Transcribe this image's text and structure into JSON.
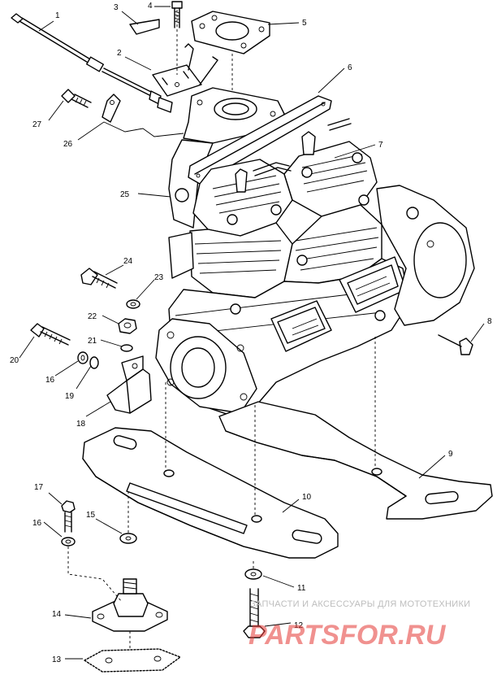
{
  "callouts": [
    {
      "id": "1",
      "label": "1"
    },
    {
      "id": "2",
      "label": "2"
    },
    {
      "id": "3",
      "label": "3"
    },
    {
      "id": "4",
      "label": "4"
    },
    {
      "id": "5",
      "label": "5"
    },
    {
      "id": "6",
      "label": "6"
    },
    {
      "id": "7",
      "label": "7"
    },
    {
      "id": "8",
      "label": "8"
    },
    {
      "id": "9",
      "label": "9"
    },
    {
      "id": "10",
      "label": "10"
    },
    {
      "id": "11",
      "label": "11"
    },
    {
      "id": "12",
      "label": "12"
    },
    {
      "id": "13",
      "label": "13"
    },
    {
      "id": "14",
      "label": "14"
    },
    {
      "id": "15",
      "label": "15"
    },
    {
      "id": "16a",
      "label": "16"
    },
    {
      "id": "16b",
      "label": "16"
    },
    {
      "id": "17",
      "label": "17"
    },
    {
      "id": "18",
      "label": "18"
    },
    {
      "id": "19",
      "label": "19"
    },
    {
      "id": "20",
      "label": "20"
    },
    {
      "id": "21",
      "label": "21"
    },
    {
      "id": "22",
      "label": "22"
    },
    {
      "id": "23",
      "label": "23"
    },
    {
      "id": "24",
      "label": "24"
    },
    {
      "id": "25",
      "label": "25"
    },
    {
      "id": "26",
      "label": "26"
    },
    {
      "id": "27",
      "label": "27"
    }
  ],
  "watermark": {
    "tagline": "ЗАПЧАСТИ И АКСЕССУАРЫ ДЛЯ МОТОТЕХНИКИ",
    "brand": "PARTSFOR.RU"
  }
}
